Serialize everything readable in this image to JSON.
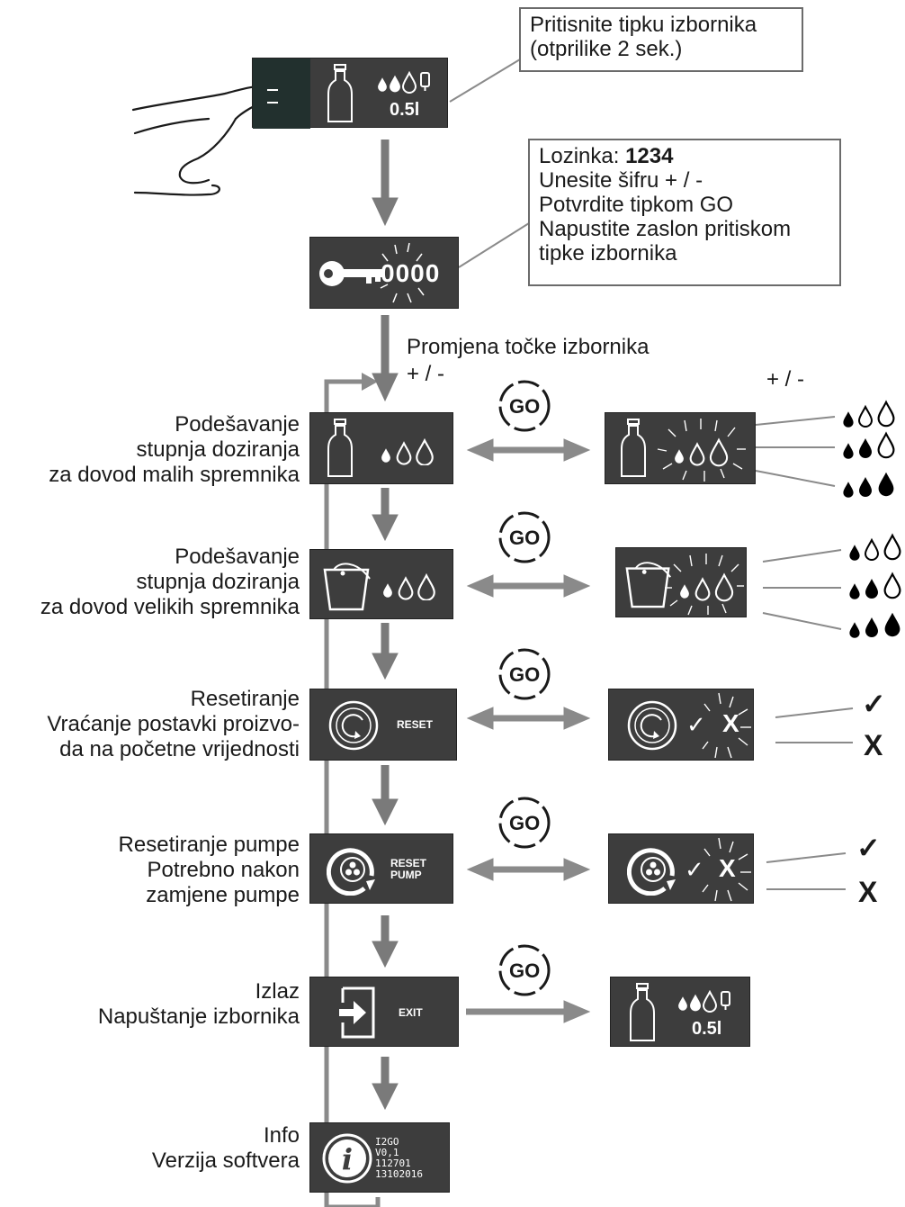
{
  "callouts": {
    "press_menu": [
      "Pritisnite tipku izbornika",
      "(otprilike 2 sek.)"
    ],
    "password_label": "Lozinka: ",
    "password_value": "1234",
    "password_lines": [
      "Unesite šifru + / -",
      "Potvrdite tipkom GO",
      "Napustite zaslon pritiskom",
      "tipke izbornika"
    ]
  },
  "nav": {
    "change_item": "Promjena točke izbornika",
    "plus_minus_left": "+ / -",
    "plus_minus_right": "+ / -"
  },
  "home_screen": {
    "volume": "0.5l"
  },
  "password_screen": {
    "digits": "0000"
  },
  "go_label": "GO",
  "menu": [
    {
      "lines": [
        "Podešavanje",
        "stupnja doziranja",
        "za dovod malih spremnika"
      ],
      "icon": "bottle-icon"
    },
    {
      "lines": [
        "Podešavanje",
        "stupnja doziranja",
        "za dovod velikih spremnika"
      ],
      "icon": "bucket-icon"
    },
    {
      "lines": [
        "Resetiranje",
        "Vraćanje postavki proizvo-",
        "da na početne vrijednosti"
      ],
      "icon": "reset-icon",
      "screen_text": "RESET"
    },
    {
      "lines": [
        "Resetiranje pumpe",
        "Potrebno nakon",
        "zamjene pumpe"
      ],
      "icon": "pump-icon",
      "screen_text": [
        "RESET",
        "PUMP"
      ]
    },
    {
      "lines": [
        "Izlaz",
        "Napuštanje izbornika"
      ],
      "icon": "exit-icon",
      "screen_text": "EXIT"
    },
    {
      "lines": [
        "Info",
        "Verzija softvera"
      ],
      "icon": "info-icon",
      "screen_text": [
        "I2GO",
        "V0,1",
        "112701",
        "13102016"
      ]
    }
  ],
  "exit_result_screen": {
    "volume": "0.5l"
  },
  "options": {
    "check": "✓",
    "cross": "X"
  },
  "colors": {
    "screen": "#3d3d3d",
    "arrow": "#7a7a7a",
    "text": "#1a1a1a"
  }
}
